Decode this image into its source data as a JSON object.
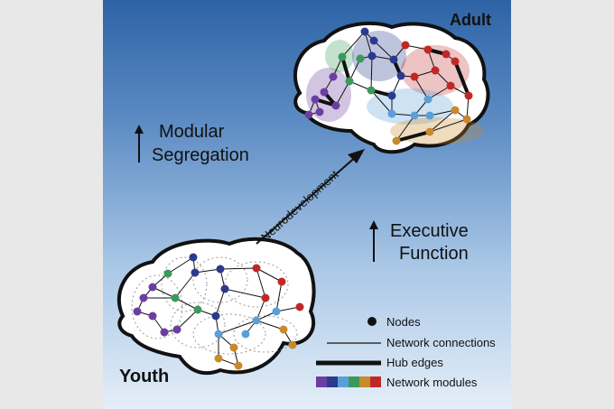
{
  "labels": {
    "adult": "Adult",
    "youth": "Youth",
    "modular_line1": "Modular",
    "modular_line2": "Segregation",
    "executive_line1": "Executive",
    "executive_line2": "Function",
    "neurodevelopment": "Neurodevelopment"
  },
  "legend": {
    "nodes": "Nodes",
    "connections": "Network connections",
    "hub_edges": "Hub edges",
    "modules": "Network modules",
    "module_colors": [
      "#6a3fa0",
      "#2a3a8f",
      "#5aa0d8",
      "#3a9a5a",
      "#c98a2a",
      "#c02828"
    ]
  },
  "colors": {
    "purple": "#6a3fa0",
    "navy": "#2a3a8f",
    "light_blue": "#5aa0d8",
    "green": "#3a9a5a",
    "orange": "#c98a2a",
    "red": "#c02828"
  }
}
